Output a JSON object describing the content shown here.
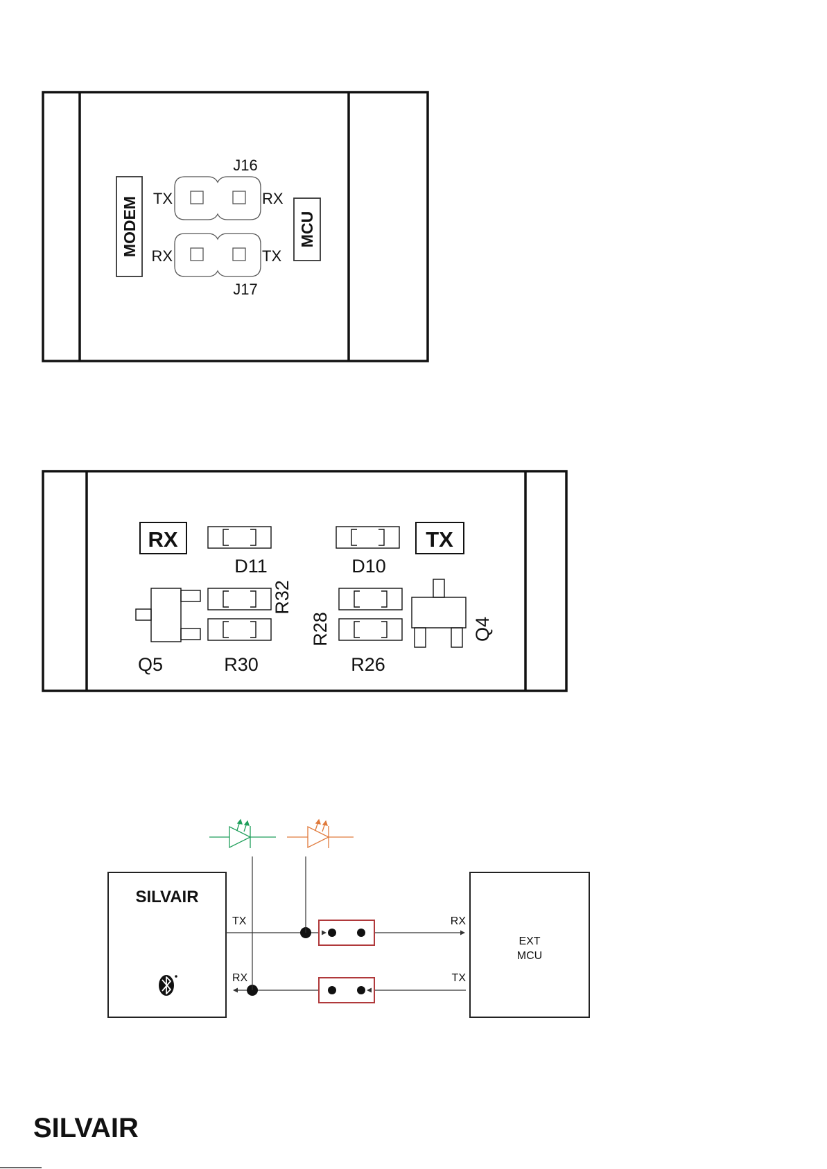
{
  "jumper_view": {
    "j16": "J16",
    "j17": "J17",
    "modem": "MODEM",
    "mcu": "MCU",
    "tx_left": "TX",
    "rx_right": "RX",
    "rx_left": "RX",
    "tx_right": "TX"
  },
  "led_view": {
    "rx_box": "RX",
    "tx_box": "TX",
    "d11": "D11",
    "d10": "D10",
    "r32": "R32",
    "r28": "R28",
    "q5": "Q5",
    "r30": "R30",
    "r26": "R26",
    "q4": "Q4"
  },
  "schematic": {
    "silvair_logo": "SILVAIR",
    "silvair_tx": "TX",
    "silvair_rx": "RX",
    "ext_rx": "RX",
    "ext_tx": "TX",
    "ext_line1": "EXT",
    "ext_line2": "MCU",
    "bluetooth_icon": "bluetooth-icon",
    "led_green_color": "#1e9e5a",
    "led_orange_color": "#e07a3c",
    "jumper_box_color": "#b0393b"
  },
  "footer": {
    "logo": "SILVAIR"
  }
}
